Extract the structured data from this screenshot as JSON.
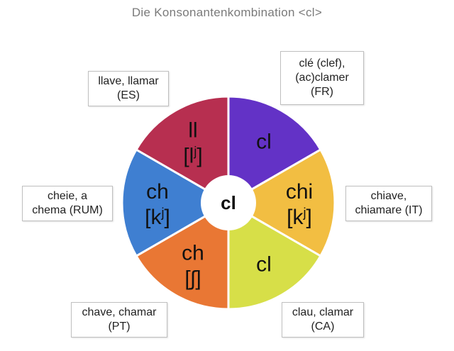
{
  "title": "Die Konsonantenkombination <cl>",
  "center": {
    "label": "cl"
  },
  "segments": [
    {
      "id": "fr",
      "line1": "cl",
      "line2": "",
      "sup": "",
      "line2_close": "",
      "color": "#6332C6"
    },
    {
      "id": "it",
      "line1": "chi",
      "line2": "[k",
      "sup": "j",
      "line2_close": "]",
      "color": "#F2BE42"
    },
    {
      "id": "ca",
      "line1": "cl",
      "line2": "",
      "sup": "",
      "line2_close": "",
      "color": "#D7DF48"
    },
    {
      "id": "pt",
      "line1": "ch",
      "line2": "[ʃ]",
      "sup": "",
      "line2_close": "",
      "color": "#E97734"
    },
    {
      "id": "rum",
      "line1": "ch",
      "line2": "[k",
      "sup": "j",
      "line2_close": "]",
      "color": "#3F7FD1"
    },
    {
      "id": "es",
      "line1": "ll",
      "line2": "[l",
      "sup": "j",
      "line2_close": "]",
      "color": "#B72F50"
    }
  ],
  "callouts": {
    "fr": {
      "line1": "clé (clef),",
      "line2": "(ac)clamer",
      "line3": "(FR)"
    },
    "it": {
      "line1": "chiave,",
      "line2": "chiamare (IT)"
    },
    "ca": {
      "line1": "clau, clamar",
      "line2": "(CA)"
    },
    "pt": {
      "line1": "chave, chamar",
      "line2": "(PT)"
    },
    "rum": {
      "line1": "cheie, a",
      "line2": "chema (RUM)"
    },
    "es": {
      "line1": "llave, llamar",
      "line2": "(ES)"
    }
  }
}
